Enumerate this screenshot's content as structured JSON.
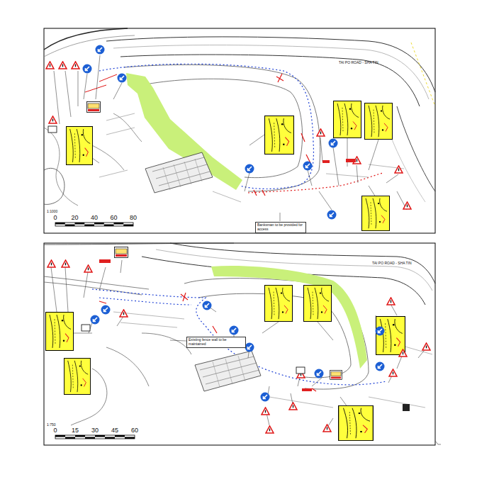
{
  "diagram": {
    "nodes": [
      {
        "text": [
          "Banksman to be provided for access"
        ]
      },
      {
        "text": [
          "Existing fence wall to be maintained"
        ]
      }
    ],
    "labels": [
      "TAI PO ROAD - SHA TIN",
      "1:1000",
      "0",
      "20",
      "40",
      "60",
      "80",
      "TAI PO ROAD - SHA TIN",
      "1:750",
      "0",
      "15",
      "30",
      "45",
      "60"
    ]
  }
}
